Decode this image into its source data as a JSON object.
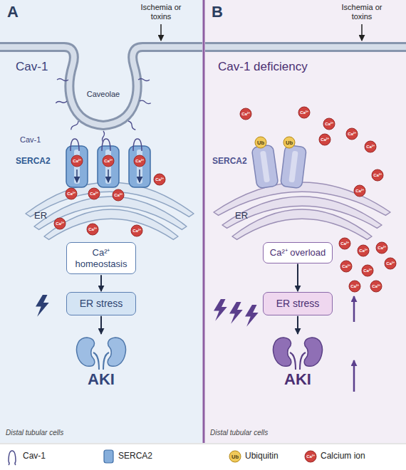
{
  "diagram": {
    "nodes": [
      {
        "text": [
          "Ca²⁺ homeostasis"
        ]
      },
      {
        "text": [
          "ER stress"
        ]
      },
      {
        "text": [
          "AKI"
        ]
      },
      {
        "text": [
          "Ca²⁺ overload"
        ]
      },
      {
        "text": [
          "ER stress"
        ]
      },
      {
        "text": [
          "AKI"
        ]
      }
    ],
    "edges": [
      {
        "from": 0,
        "to": 1,
        "arrow": "to"
      },
      {
        "from": 1,
        "to": 2,
        "arrow": "to"
      },
      {
        "from": 3,
        "to": 4,
        "arrow": "to"
      },
      {
        "from": 4,
        "to": 5,
        "arrow": "to"
      }
    ],
    "labels": [
      "A",
      "Ischemia or toxins",
      "Cav-1",
      "Caveolae",
      "Cav-1",
      "SERCA2",
      "ER",
      "Distal tubular cells",
      "B",
      "Ischemia or toxins",
      "Cav-1 deficiency",
      "SERCA2",
      "Ub",
      "Ub",
      "ER",
      "Distal tubular cells",
      "Ca²⁺",
      "Ca²⁺",
      "Ca²⁺",
      "Ca²⁺",
      "Ca²⁺",
      "Ca²⁺",
      "Ca²⁺",
      "Ca²⁺",
      "Ca²⁺",
      "Ca²⁺",
      "Ca²⁺",
      "Ca²⁺",
      "Ca²⁺",
      "Ca²⁺",
      "Ca²⁺",
      "Ca²⁺",
      "Ca²⁺",
      "Ca²⁺",
      "Ca²⁺",
      "Ca²⁺",
      "Ca²⁺",
      "Ca²⁺",
      "Ca²⁺",
      "Ca²⁺",
      "Ca²⁺",
      "Ca²⁺",
      "Ub",
      "Ca²⁺"
    ],
    "legend": [
      {
        "text": "Cav-1"
      },
      {
        "text": "SERCA2"
      },
      {
        "text": "Ubiquitin"
      },
      {
        "text": "Calcium ion"
      }
    ]
  }
}
